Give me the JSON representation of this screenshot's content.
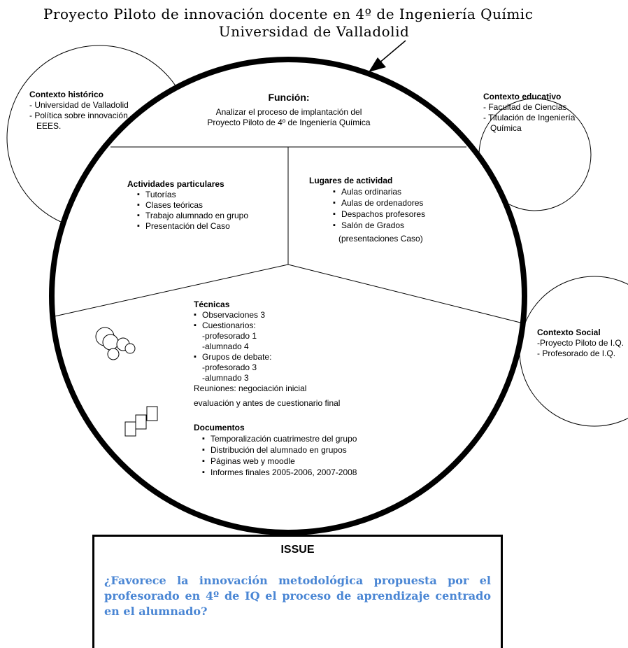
{
  "title": {
    "line1": "Proyecto Piloto de innovación docente en 4º de Ingeniería Químic",
    "line2": "Universidad de Valladolid"
  },
  "funcion": {
    "heading": "Función:",
    "text1": "Analizar el proceso de implantación del",
    "text2": "Proyecto Piloto de 4º de Ingeniería Química"
  },
  "contexto_historico": {
    "heading": "Contexto histórico",
    "items": [
      "- Universidad de Valladolid",
      "- Política sobre innovación",
      "  EEES."
    ]
  },
  "contexto_educativo": {
    "heading": "Contexto educativo",
    "items": [
      "- Facultad de Ciencias",
      "- Titulación de Ingeniería",
      "  Química"
    ]
  },
  "contexto_social": {
    "heading": "Contexto Social",
    "items": [
      "-Proyecto Piloto de I.Q.",
      "- Profesorado de I.Q."
    ]
  },
  "actividades": {
    "heading": "Actividades particulares",
    "items": [
      "Tutorías",
      "Clases teóricas",
      "Trabajo alumnado en grupo",
      "Presentación del Caso"
    ]
  },
  "lugares": {
    "heading": "Lugares de actividad",
    "items": [
      "Aulas ordinarias",
      "Aulas de ordenadores",
      "Despachos profesores",
      "Salón de Grados"
    ],
    "note": "(presentaciones Caso)"
  },
  "tecnicas": {
    "heading": "Técnicas",
    "items": [
      "Observaciones 3",
      "Cuestionarios:",
      "Grupos de debate:"
    ],
    "sub1": [
      "-profesorado 1",
      "-alumnado 4"
    ],
    "sub2": [
      "-profesorado 3",
      "-alumnado 3"
    ],
    "reuniones1": "Reuniones: negociación inicial",
    "reuniones2": "evaluación y antes de cuestionario final"
  },
  "documentos": {
    "heading": "Documentos",
    "items": [
      "Temporalización cuatrimestre del grupo",
      "Distribución del alumnado en grupos",
      "Páginas web y moodle",
      "Informes finales 2005-2006, 2007-2008"
    ]
  },
  "issue": {
    "heading": "ISSUE",
    "question": "¿Favorece la innovación metodológica propuesta por el profesorado en 4º de IQ el proceso de aprendizaje centrado en el alumnado?"
  }
}
